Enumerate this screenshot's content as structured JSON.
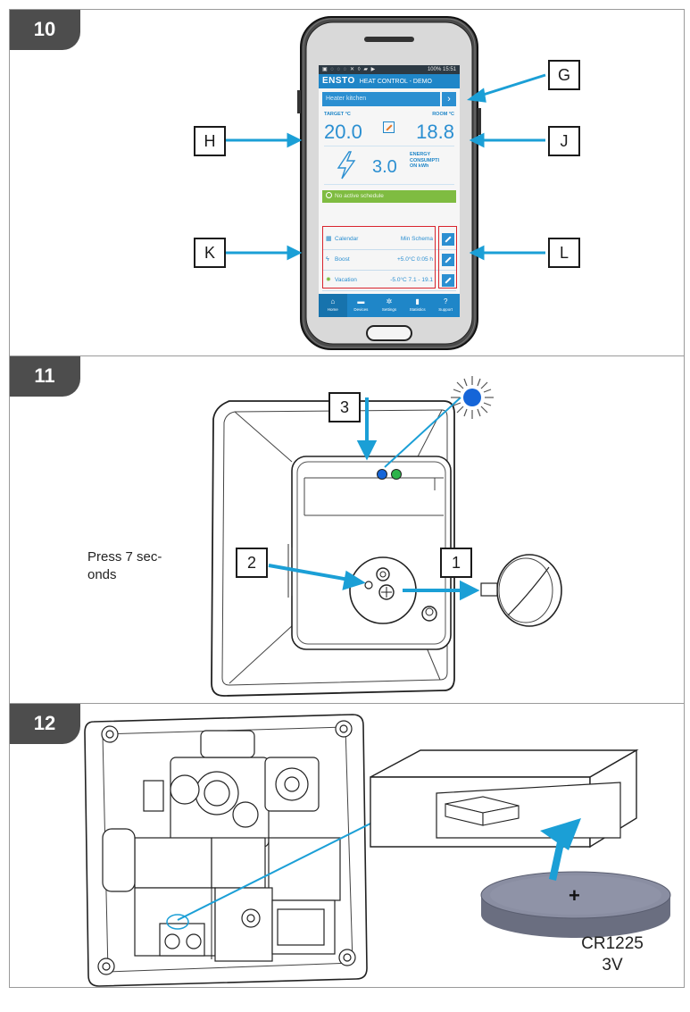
{
  "steps": [
    {
      "number": "10",
      "callouts": [
        "G",
        "H",
        "J",
        "K",
        "L"
      ],
      "app": {
        "status_time": "15:51",
        "status_battery": "100%",
        "brand": "ENSTO",
        "title": "HEAT CONTROL - DEMO",
        "device": "Heater kitchen",
        "target_label": "TARGET °C",
        "room_label": "ROOM °C",
        "target_temp": "20.0",
        "room_temp": "18.8",
        "energy_value": "3.0",
        "energy_label": "ENERGY CONSUMPTI ON kWh",
        "schedule": "No active schedule",
        "list": [
          {
            "icon": "calendar-icon",
            "label": "Calendar",
            "value": "Min Schema"
          },
          {
            "icon": "bolt-icon",
            "label": "Boost",
            "value": "+5.0°C  0:05 h"
          },
          {
            "icon": "sun-icon",
            "label": "Vacation",
            "value": "-5.0°C  7.1 - 19.1"
          }
        ],
        "nav": [
          "Home",
          "Devices",
          "Settings",
          "Statistics",
          "Support"
        ]
      }
    },
    {
      "number": "11",
      "callouts": [
        "3",
        "2",
        "1"
      ],
      "instruction": "Press 7 sec- onds",
      "led_colors": {
        "blue": "#1565d8",
        "green": "#2db34a"
      }
    },
    {
      "number": "12",
      "battery": {
        "polarity": "+",
        "model": "CR1225",
        "voltage": "3V"
      }
    }
  ],
  "colors": {
    "arrow": "#1b9fd6",
    "app_blue": "#1f86c8",
    "highlight": "#d9242d"
  }
}
